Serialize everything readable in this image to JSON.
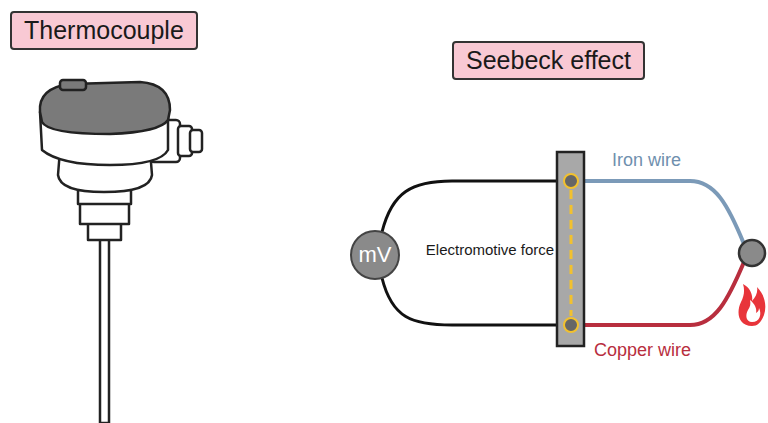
{
  "diagram": {
    "nodes": [
      {
        "text": [
          "Thermocouple"
        ]
      },
      {
        "text": [
          "Seebeck effect"
        ]
      },
      {
        "text": [
          "mV"
        ]
      }
    ],
    "labels": [
      "Electromotive force",
      "Iron wire",
      "Copper wire"
    ]
  }
}
